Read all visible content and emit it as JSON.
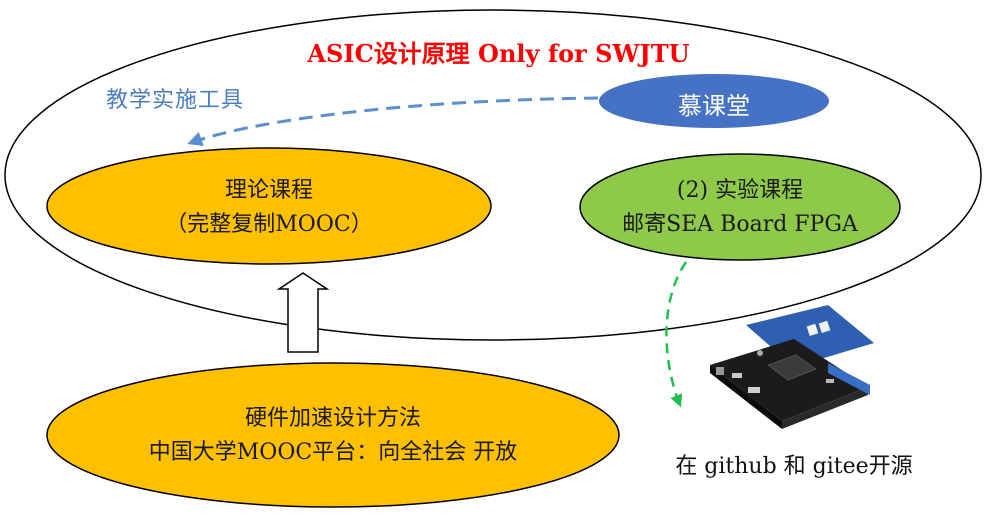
{
  "title": "ASIC设计原理 Only for SWJTU",
  "teaching_tools_label": "教学实施工具",
  "mooc_node": {
    "label": "慕课堂"
  },
  "theory_node": {
    "line1": "理论课程",
    "line2": "（完整复制MOOC）"
  },
  "lab_node": {
    "line1": "(2) 实验课程",
    "line2": "邮寄SEA Board FPGA"
  },
  "hw_node": {
    "line1": "硬件加速设计方法",
    "line2": "中国大学MOOC平台：向全社会 开放"
  },
  "opensource_caption": "在 github 和 gitee开源",
  "colors": {
    "title": "#ff0000",
    "tool_label": "#4a7ec0",
    "mooc_fill": "#4572c4",
    "orange_fill": "#ffc000",
    "green_fill": "#8fc94a",
    "blue_arrow": "#5b8fd1",
    "green_arrow": "#1fbf4f"
  },
  "board_image": {
    "icon": "fpga-board-icon"
  }
}
